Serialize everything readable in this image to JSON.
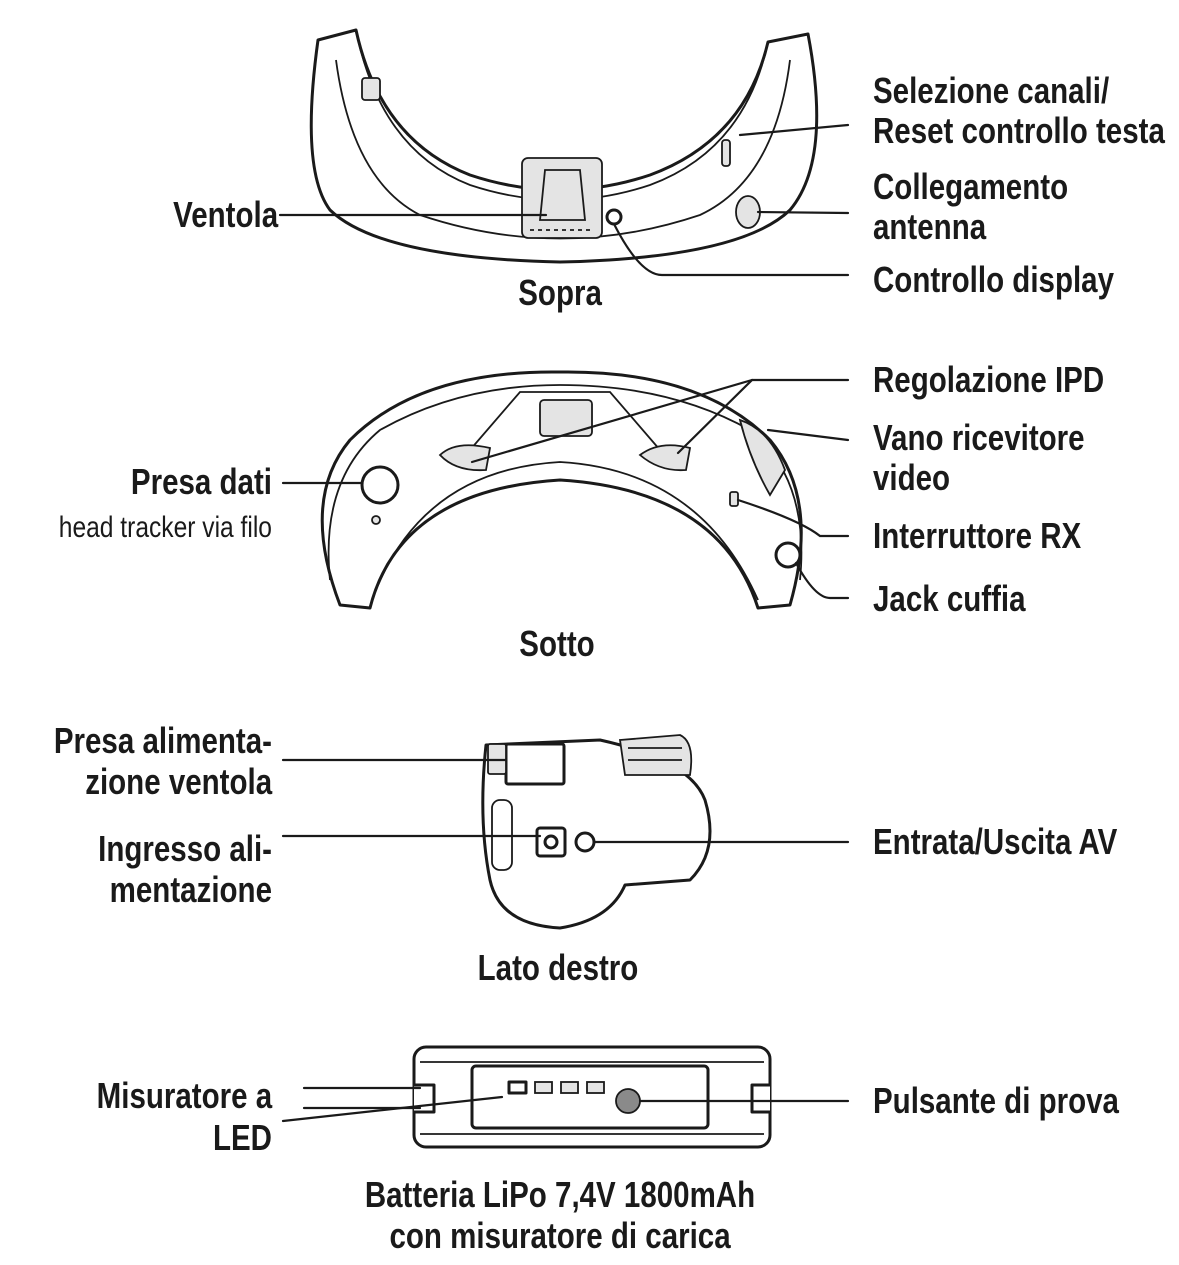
{
  "views": {
    "top": {
      "caption": "Sopra",
      "labels": {
        "fan": "Ventola",
        "channel_select_line1": "Selezione canali/",
        "channel_select_line2": "Reset controllo testa",
        "antenna_line1": "Collegamento",
        "antenna_line2": "antenna",
        "display_control": "Controllo display"
      }
    },
    "bottom": {
      "caption": "Sotto",
      "labels": {
        "data_port_line1": "Presa dati",
        "data_port_line2": "head tracker via filo",
        "ipd": "Regolazione IPD",
        "video_bay_line1": "Vano ricevitore",
        "video_bay_line2": "video",
        "rx_switch": "Interruttore RX",
        "headphone_jack": "Jack cuffia"
      }
    },
    "right_side": {
      "caption": "Lato destro",
      "labels": {
        "fan_power_line1": "Presa alimenta-",
        "fan_power_line2": "zione ventola",
        "power_in_line1": "Ingresso ali-",
        "power_in_line2": "mentazione",
        "av_io": "Entrata/Uscita AV"
      }
    },
    "battery": {
      "caption_line1": "Batteria LiPo 7,4V 1800mAh",
      "caption_line2": "con misuratore di carica",
      "labels": {
        "led_meter_line1": "Misuratore a",
        "led_meter_line2": "LED",
        "test_button": "Pulsante di prova"
      }
    }
  }
}
